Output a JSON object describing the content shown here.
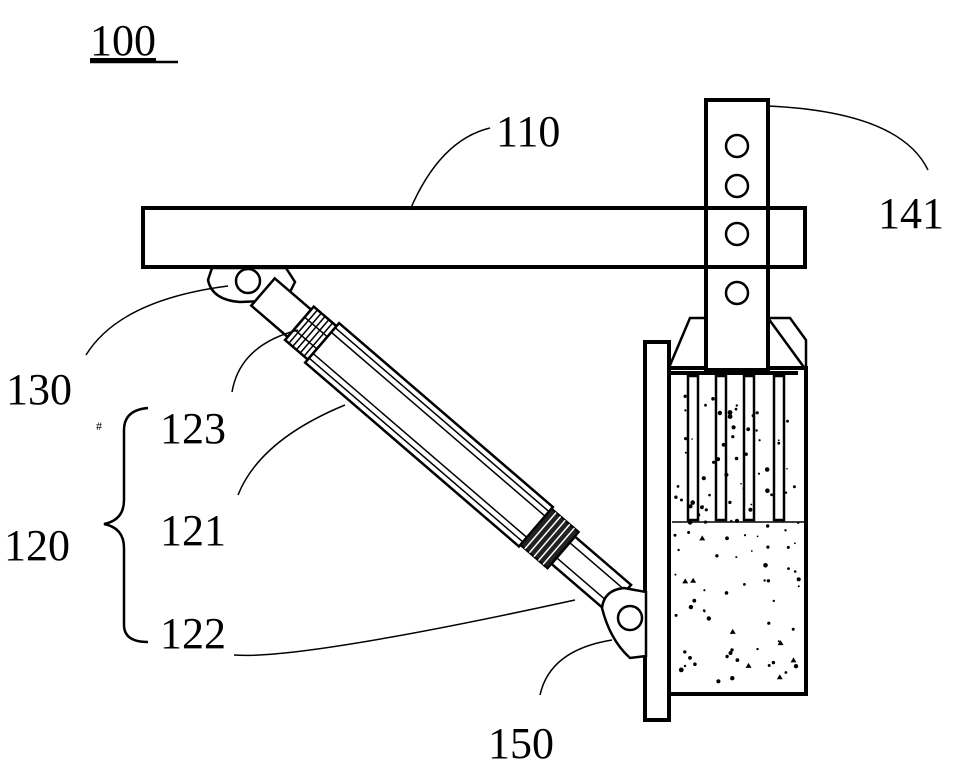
{
  "labels": {
    "assembly": "100",
    "beam": "110",
    "brace": "120",
    "brace_rod": "121",
    "brace_end": "122",
    "brace_joint": "123",
    "upper_hinge": "130",
    "post": "141",
    "lower_hinge": "150",
    "mark": "#"
  }
}
